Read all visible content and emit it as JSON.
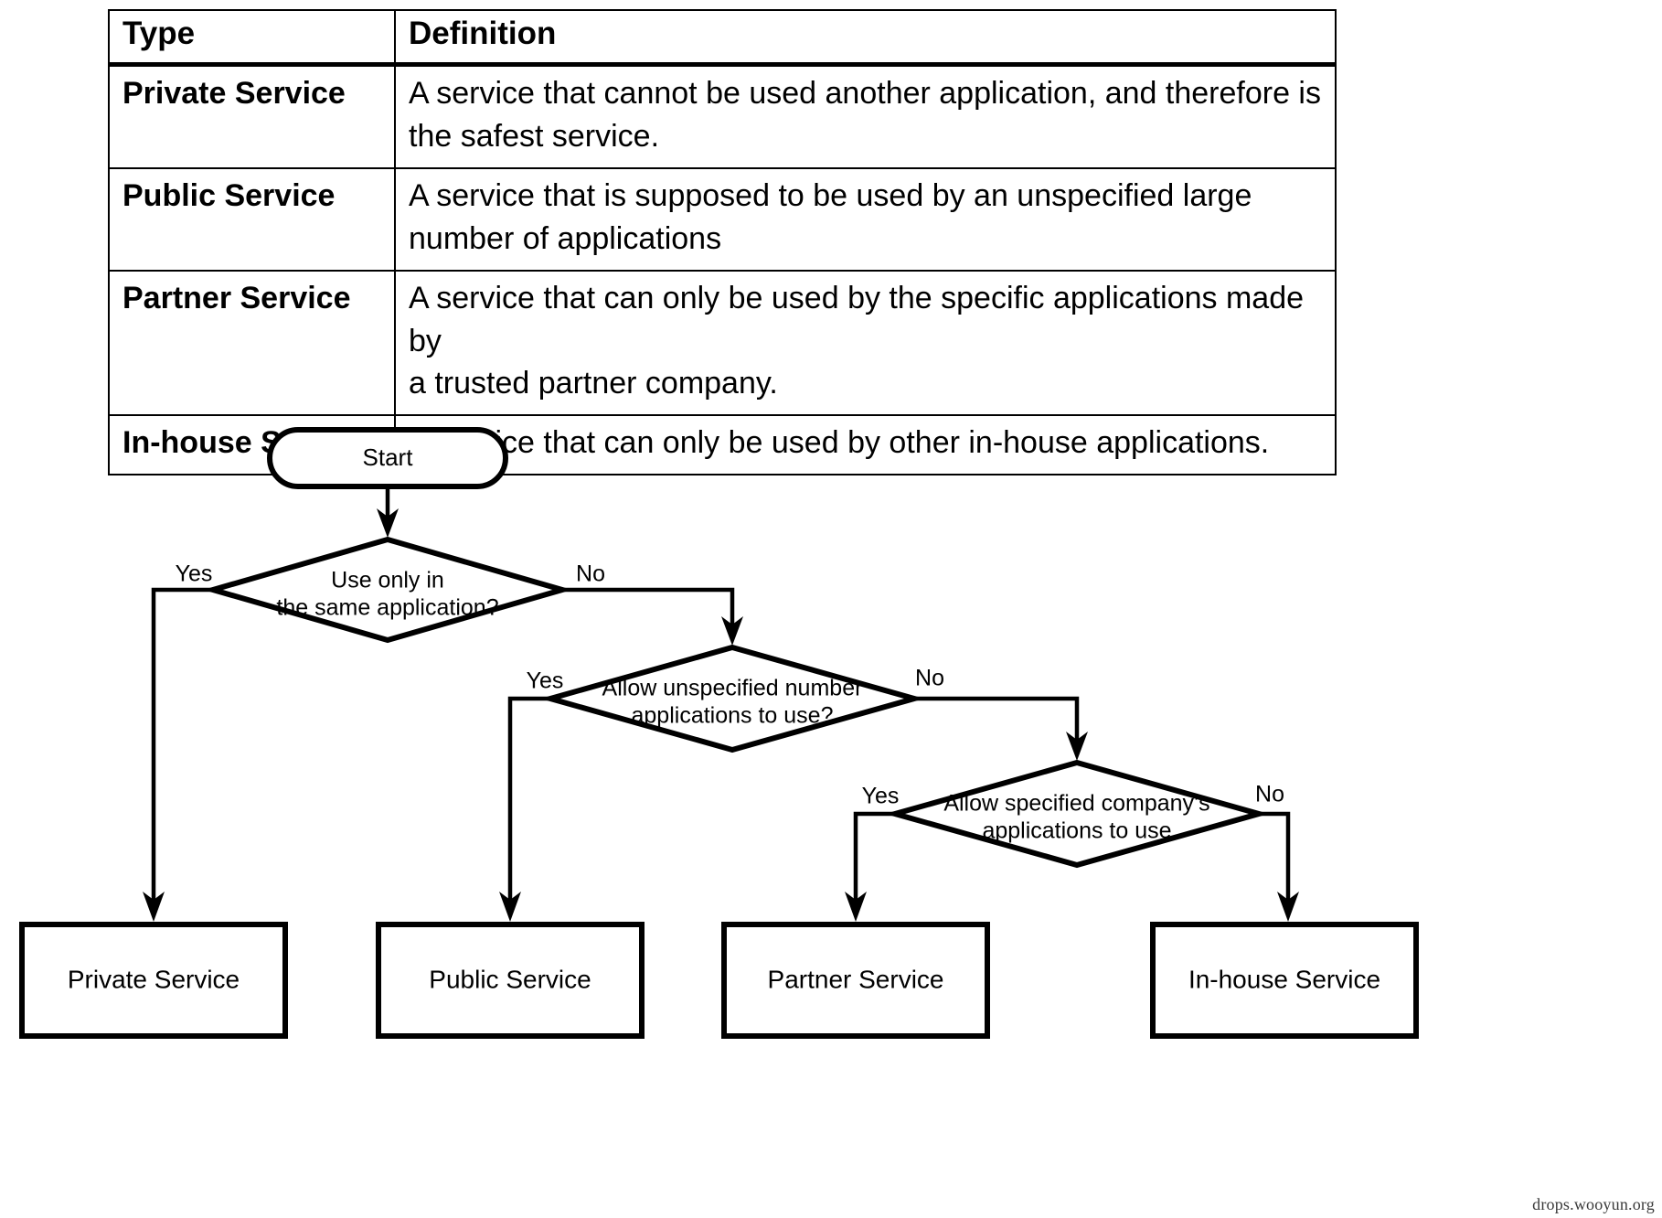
{
  "table": {
    "headers": [
      "Type",
      "Definition"
    ],
    "rows": [
      {
        "type": "Private Service",
        "definition_line1": "A service that cannot be used another application, and therefore is",
        "definition_line2": "the safest service."
      },
      {
        "type": "Public Service",
        "definition_line1": "A service that is supposed to be used by an unspecified large",
        "definition_line2": "number of applications"
      },
      {
        "type": "Partner Service",
        "definition_line1": "A service that can only be used by the specific applications made by",
        "definition_line2": "a trusted partner company."
      },
      {
        "type": "In-house Service",
        "definition_line1": "A service that can only be used by other in-house applications.",
        "definition_line2": ""
      }
    ]
  },
  "flowchart": {
    "start": {
      "label": "Start"
    },
    "decisions": [
      {
        "id": "d1",
        "line1": "Use only in",
        "line2": "the same application?",
        "yes_label": "Yes",
        "no_label": "No"
      },
      {
        "id": "d2",
        "line1": "Allow unspecified number",
        "line2": "applications to use?",
        "yes_label": "Yes",
        "no_label": "No"
      },
      {
        "id": "d3",
        "line1": "Allow specified company’s",
        "line2": "applications to use",
        "yes_label": "Yes",
        "no_label": "No"
      }
    ],
    "results": [
      {
        "id": "r1",
        "label": "Private Service"
      },
      {
        "id": "r2",
        "label": "Public Service"
      },
      {
        "id": "r3",
        "label": "Partner Service"
      },
      {
        "id": "r4",
        "label": "In-house Service"
      }
    ]
  },
  "watermark": {
    "text": "drops.wooyun.org"
  },
  "colors": {
    "stroke": "#000000",
    "background": "#ffffff",
    "text": "#000000"
  }
}
